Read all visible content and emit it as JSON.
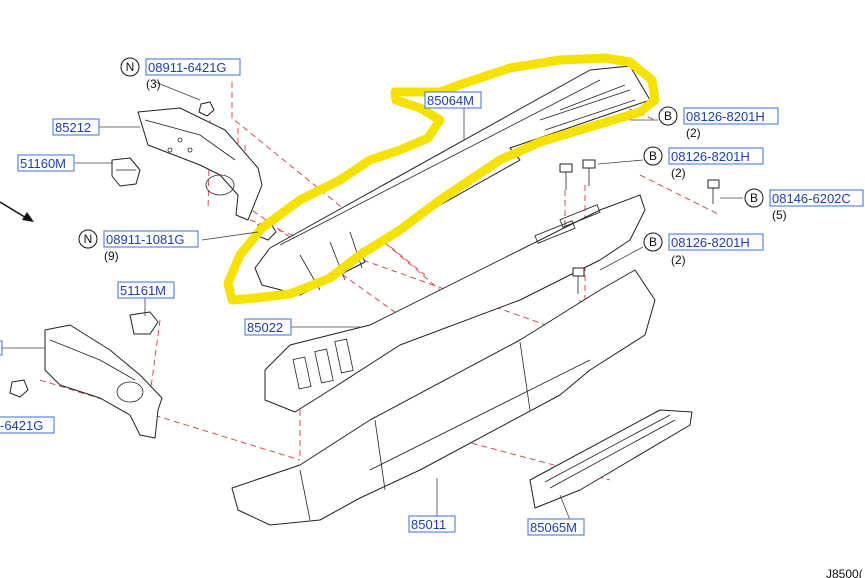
{
  "parts": [
    {
      "id": "85064M",
      "qty": ""
    },
    {
      "id": "85212",
      "qty": ""
    },
    {
      "id": "51160M",
      "qty": ""
    },
    {
      "id": "51161M",
      "qty": ""
    },
    {
      "id": "85022",
      "qty": ""
    },
    {
      "id": "85011",
      "qty": ""
    },
    {
      "id": "85065M",
      "qty": ""
    }
  ],
  "fasteners": [
    {
      "badge": "N",
      "id": "08911-6421G",
      "qty": "(3)"
    },
    {
      "badge": "N",
      "id": "08911-1081G",
      "qty": "(9)"
    },
    {
      "badge": "B",
      "id": "08126-8201H",
      "qty": "(2)"
    },
    {
      "badge": "B",
      "id": "08126-8201H",
      "qty": "(2)"
    },
    {
      "badge": "B",
      "id": "08146-6202C",
      "qty": "(5)"
    },
    {
      "badge": "B",
      "id": "08126-8201H",
      "qty": "(2)"
    }
  ],
  "cutoff_labels": {
    "left_bottom": "-6421G",
    "bottom_right": "J8500("
  },
  "colors": {
    "label": "#1d3fa8",
    "dash": "#d93a3a",
    "highlight": "#f6e200"
  }
}
